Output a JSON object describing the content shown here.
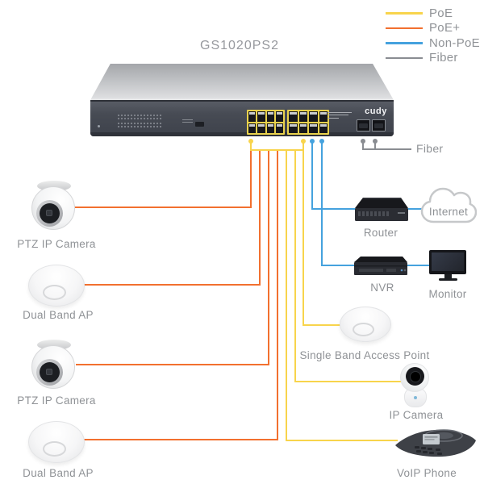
{
  "diagram": {
    "title": "GS1020PS2",
    "legend": [
      {
        "label": "PoE",
        "color": "#F8D44C"
      },
      {
        "label": "PoE+",
        "color": "#F2702F"
      },
      {
        "label": "Non-PoE",
        "color": "#45A2DE"
      },
      {
        "label": "Fiber",
        "color": "#8A8D92"
      }
    ],
    "switch": {
      "brand": "cudy",
      "rj45_port_count": 16,
      "sfp_port_count": 2,
      "fiber_callout": "Fiber"
    },
    "devices": {
      "left": [
        {
          "label": "PTZ IP Camera",
          "connection": "PoE+"
        },
        {
          "label": "Dual Band AP",
          "connection": "PoE+"
        },
        {
          "label": "PTZ IP Camera",
          "connection": "PoE+"
        },
        {
          "label": "Dual Band AP",
          "connection": "PoE+"
        }
      ],
      "right": [
        {
          "label": "Router",
          "connection": "Non-PoE"
        },
        {
          "label": "Internet",
          "connection": "Non-PoE"
        },
        {
          "label": "NVR",
          "connection": "Non-PoE"
        },
        {
          "label": "Monitor",
          "connection": "Non-PoE"
        },
        {
          "label": "Single Band Access Point",
          "connection": "PoE"
        },
        {
          "label": "IP Camera",
          "connection": "PoE"
        },
        {
          "label": "VoIP Phone",
          "connection": "PoE"
        }
      ]
    }
  }
}
